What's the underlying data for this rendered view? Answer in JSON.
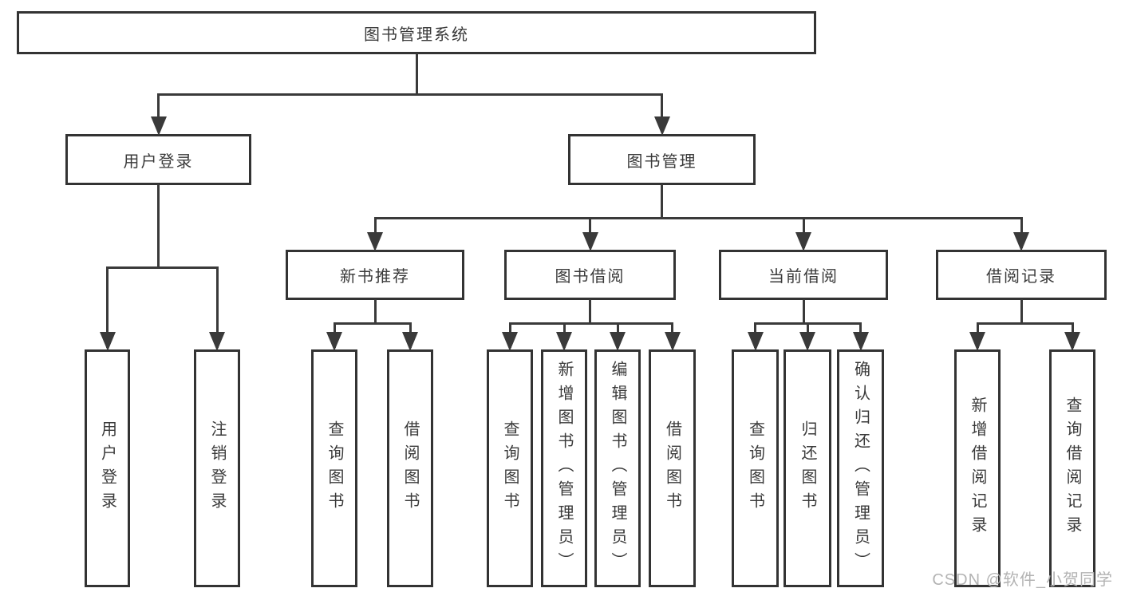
{
  "title": "图书管理系统",
  "colors": {
    "background": "#ffffff",
    "line": "#3a3a3a",
    "box_border": "#333333",
    "box_fill": "#ffffff",
    "text": "#3a3a3a",
    "watermark_text": "#b3b3b3"
  },
  "watermark": {
    "text": "CSDN @软件_小贺同学"
  },
  "diagram": {
    "type": "hierarchy-tree",
    "root_label": "图书管理系统",
    "nodes": [
      {
        "id": "root",
        "label": "图书管理系统",
        "parent": null,
        "orientation": "horizontal"
      },
      {
        "id": "user-login",
        "label": "用户登录",
        "parent": "root",
        "orientation": "horizontal"
      },
      {
        "id": "book-mgmt",
        "label": "图书管理",
        "parent": "root",
        "orientation": "horizontal"
      },
      {
        "id": "new-book-rec",
        "label": "新书推荐",
        "parent": "book-mgmt",
        "orientation": "horizontal"
      },
      {
        "id": "book-borrow",
        "label": "图书借阅",
        "parent": "book-mgmt",
        "orientation": "horizontal"
      },
      {
        "id": "current-borrow",
        "label": "当前借阅",
        "parent": "book-mgmt",
        "orientation": "horizontal"
      },
      {
        "id": "borrow-records",
        "label": "借阅记录",
        "parent": "book-mgmt",
        "orientation": "horizontal"
      },
      {
        "id": "login-leaf",
        "label": "用户登录",
        "parent": "user-login",
        "orientation": "vertical"
      },
      {
        "id": "logout-leaf",
        "label": "注销登录",
        "parent": "user-login",
        "orientation": "vertical"
      },
      {
        "id": "nbr-query",
        "label": "查询图书",
        "parent": "new-book-rec",
        "orientation": "vertical"
      },
      {
        "id": "nbr-borrow",
        "label": "借阅图书",
        "parent": "new-book-rec",
        "orientation": "vertical"
      },
      {
        "id": "bb-query",
        "label": "查询图书",
        "parent": "book-borrow",
        "orientation": "vertical"
      },
      {
        "id": "bb-add",
        "label": "新增图书（管理员）",
        "parent": "book-borrow",
        "orientation": "vertical"
      },
      {
        "id": "bb-edit",
        "label": "编辑图书（管理员）",
        "parent": "book-borrow",
        "orientation": "vertical"
      },
      {
        "id": "bb-borrow",
        "label": "借阅图书",
        "parent": "book-borrow",
        "orientation": "vertical"
      },
      {
        "id": "cb-query",
        "label": "查询图书",
        "parent": "current-borrow",
        "orientation": "vertical"
      },
      {
        "id": "cb-return",
        "label": "归还图书",
        "parent": "current-borrow",
        "orientation": "vertical"
      },
      {
        "id": "cb-confirm",
        "label": "确认归还（管理员）",
        "parent": "current-borrow",
        "orientation": "vertical"
      },
      {
        "id": "br-add",
        "label": "新增借阅记录",
        "parent": "borrow-records",
        "orientation": "vertical"
      },
      {
        "id": "br-query",
        "label": "查询借阅记录",
        "parent": "borrow-records",
        "orientation": "vertical"
      }
    ]
  }
}
